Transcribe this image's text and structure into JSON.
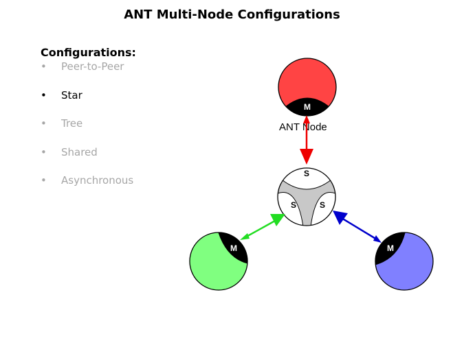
{
  "title": "ANT Multi-Node Configurations",
  "configurations": {
    "heading": "Configurations:",
    "bullet": "•",
    "items": [
      {
        "label": "Peer-to-Peer",
        "active": false
      },
      {
        "label": "Star",
        "active": true
      },
      {
        "label": "Tree",
        "active": false
      },
      {
        "label": "Shared",
        "active": false
      },
      {
        "label": "Asynchronous",
        "active": false
      }
    ]
  },
  "diagram": {
    "caption": "ANT Node",
    "hub": {
      "slave_labels": [
        "S",
        "S",
        "S"
      ],
      "fill": "#ffffff",
      "shade": "#c8c8c8"
    },
    "nodes": [
      {
        "name": "top",
        "master_label": "M",
        "color": "#ff4444",
        "link_color": "#ee0000"
      },
      {
        "name": "left",
        "master_label": "M",
        "color": "#80ff80",
        "link_color": "#22dd22"
      },
      {
        "name": "right",
        "master_label": "M",
        "color": "#8080ff",
        "link_color": "#0000cc"
      }
    ]
  }
}
